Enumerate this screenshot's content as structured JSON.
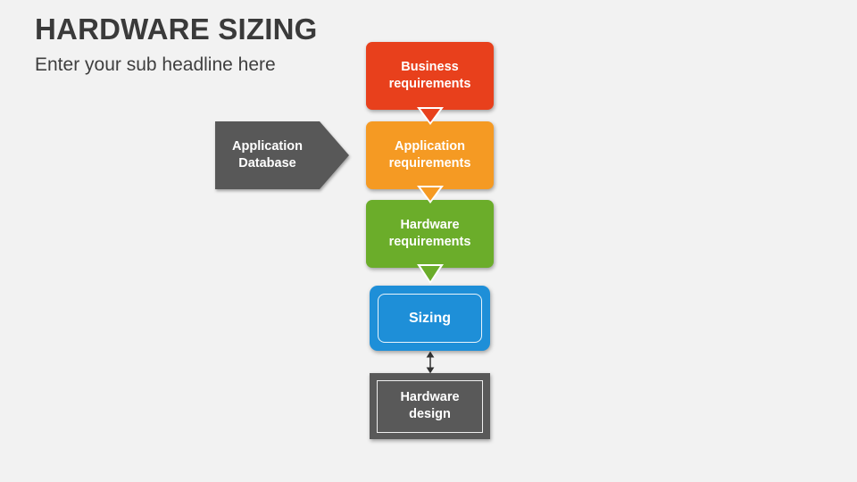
{
  "header": {
    "title": "HARDWARE SIZING",
    "subtitle": "Enter your sub headline here"
  },
  "flow": {
    "input_block": {
      "label": "Application\nDatabase",
      "color": "#595959"
    },
    "steps": [
      {
        "label": "Business\nrequirements",
        "color": "#e8401c"
      },
      {
        "label": "Application\nrequirements",
        "color": "#f59a23"
      },
      {
        "label": "Hardware\nrequirements",
        "color": "#6bad2a"
      }
    ],
    "sizing": {
      "label": "Sizing",
      "color": "#1e8fd8"
    },
    "output": {
      "label": "Hardware\ndesign",
      "color": "#595959"
    }
  },
  "icons": [
    "down-triangle-connector-icon",
    "double-arrow-icon",
    "pentagon-arrow-icon"
  ]
}
